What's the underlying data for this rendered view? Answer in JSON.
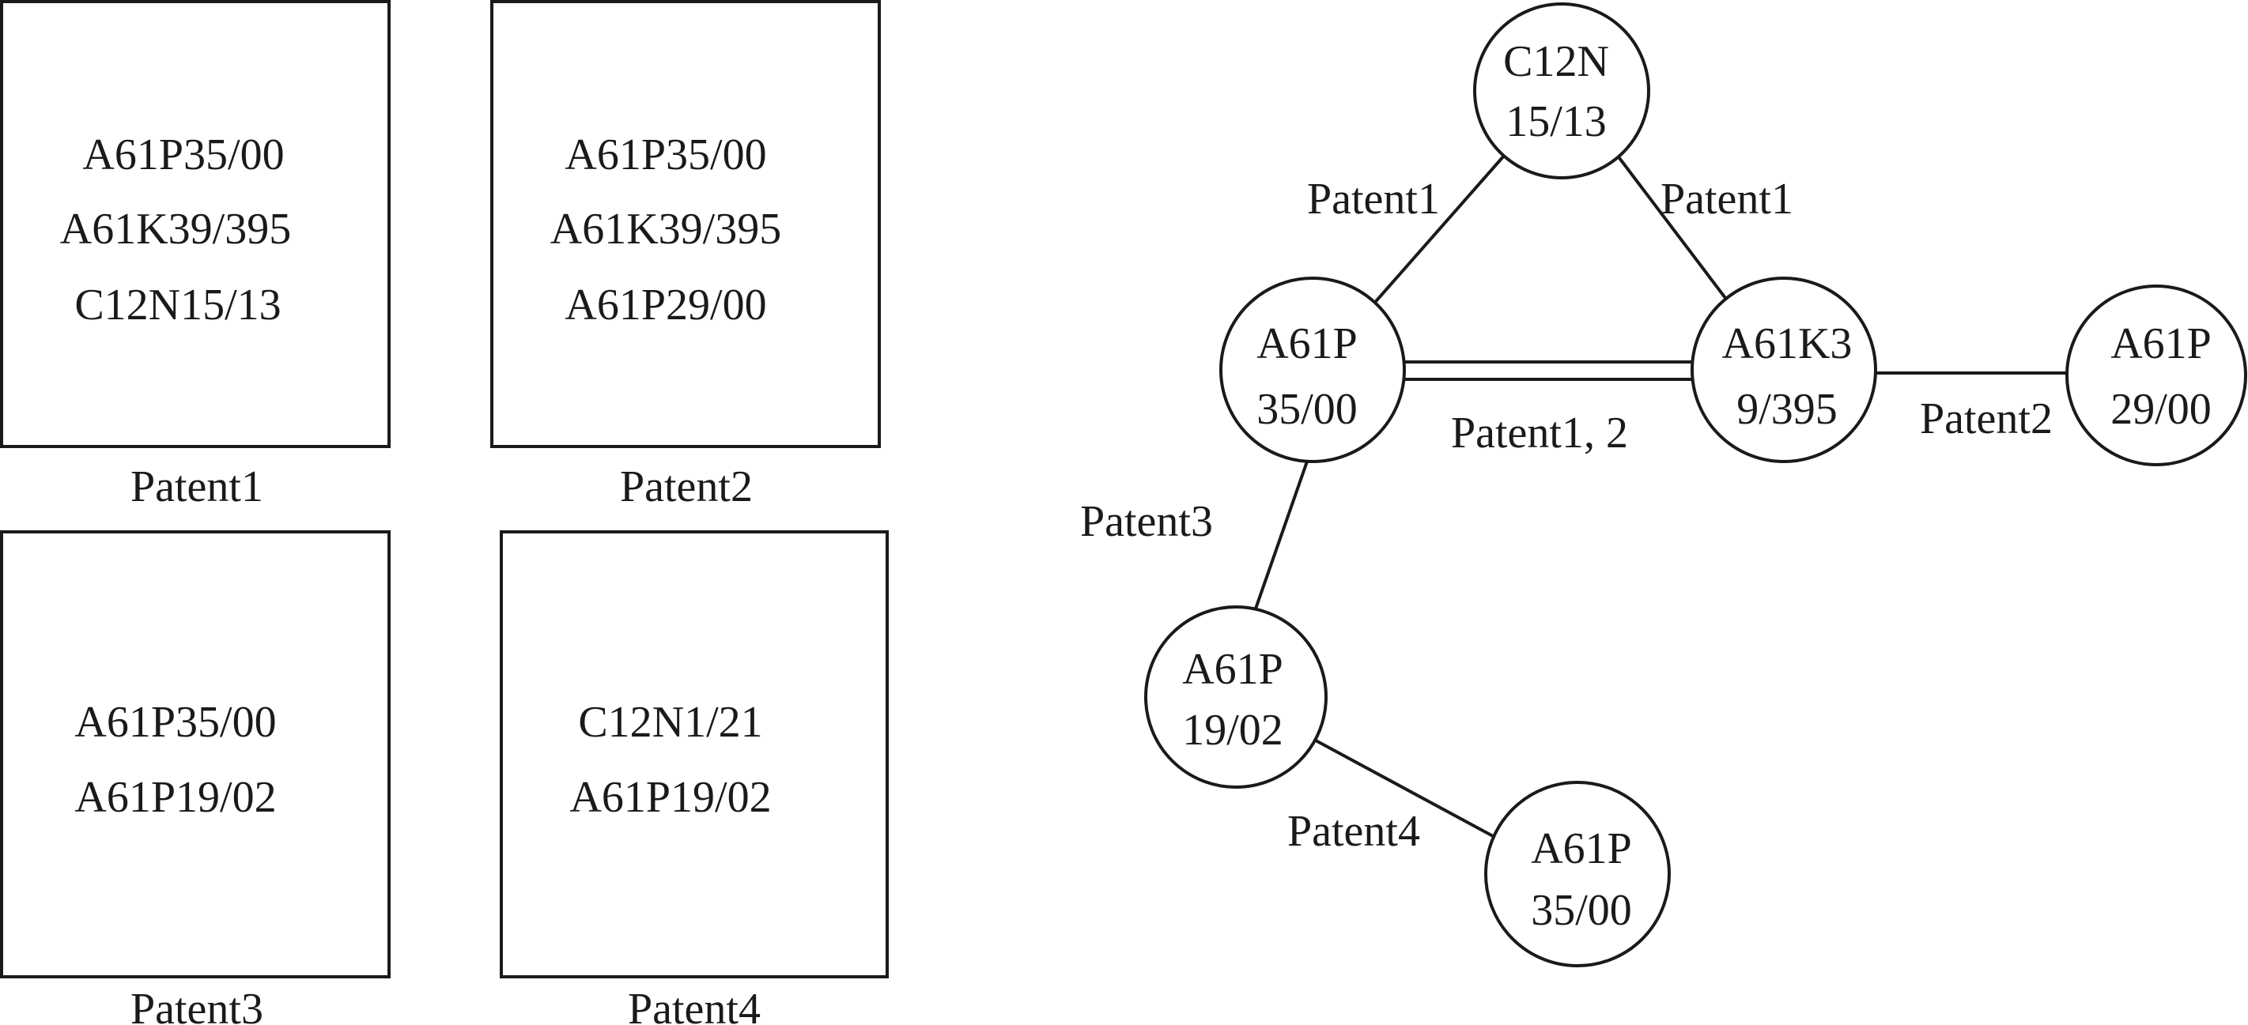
{
  "colors": {
    "stroke": "#1a1a1a",
    "background": "#ffffff"
  },
  "patents": [
    {
      "label": "Patent1",
      "codes": [
        "A61P35/00",
        "A61K39/395",
        "C12N15/13"
      ]
    },
    {
      "label": "Patent2",
      "codes": [
        "A61P35/00",
        "A61K39/395",
        "A61P29/00"
      ]
    },
    {
      "label": "Patent3",
      "codes": [
        "A61P35/00",
        "A61P19/02"
      ]
    },
    {
      "label": "Patent4",
      "codes": [
        "C12N1/21",
        "A61P19/02"
      ]
    }
  ],
  "network": {
    "nodes": [
      {
        "id": "c12n-15-13",
        "lines": [
          "C12N",
          "15/13"
        ]
      },
      {
        "id": "a61p-35-00",
        "lines": [
          "A61P",
          "35/00"
        ]
      },
      {
        "id": "a61k-39-395",
        "lines": [
          "A61K3",
          "9/395"
        ]
      },
      {
        "id": "a61p-29-00",
        "lines": [
          "A61P",
          "29/00"
        ]
      },
      {
        "id": "a61p-19-02",
        "lines": [
          "A61P",
          "19/02"
        ]
      },
      {
        "id": "a61p-35-00-b",
        "lines": [
          "A61P",
          "35/00"
        ]
      }
    ],
    "edges": [
      {
        "from": "c12n-15-13",
        "to": "a61p-35-00",
        "label": "Patent1"
      },
      {
        "from": "c12n-15-13",
        "to": "a61k-39-395",
        "label": "Patent1"
      },
      {
        "from": "a61p-35-00",
        "to": "a61k-39-395",
        "label": "Patent1, 2",
        "double": true
      },
      {
        "from": "a61k-39-395",
        "to": "a61p-29-00",
        "label": "Patent2"
      },
      {
        "from": "a61p-35-00",
        "to": "a61p-19-02",
        "label": "Patent3"
      },
      {
        "from": "a61p-19-02",
        "to": "a61p-35-00-b",
        "label": "Patent4"
      }
    ]
  }
}
